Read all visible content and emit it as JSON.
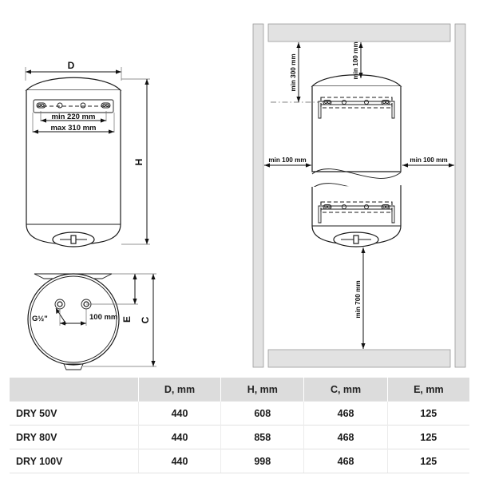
{
  "document": {
    "type": "technical-drawing",
    "subject": "DRY V series vertical water heater dimensions and installation clearances"
  },
  "front_view": {
    "width_label": "D",
    "height_label": "H",
    "bracket_min": "min 220 mm",
    "bracket_max": "max 310 mm"
  },
  "bottom_view": {
    "thread_label": "G½\"",
    "port_spacing": "100 mm",
    "depth_label": "E",
    "diameter_label": "C"
  },
  "installation_view": {
    "ceiling_clearance_left": "min 300 mm",
    "ceiling_clearance_top": "min 100 mm",
    "wall_clearance_left": "min 100 mm",
    "wall_clearance_right": "min 100 mm",
    "floor_clearance": "min 700 mm"
  },
  "table": {
    "headers": [
      "",
      "D, mm",
      "H, mm",
      "C, mm",
      "E, mm"
    ],
    "rows": [
      {
        "model": "DRY 50V",
        "d": "440",
        "h": "608",
        "c": "468",
        "e": "125"
      },
      {
        "model": "DRY 80V",
        "d": "440",
        "h": "858",
        "c": "468",
        "e": "125"
      },
      {
        "model": "DRY 100V",
        "d": "440",
        "h": "998",
        "c": "468",
        "e": "125"
      }
    ]
  },
  "colors": {
    "line": "#1b1b1b",
    "wall_fill": "#e2e2e2",
    "table_header": "#dcdcdc",
    "background": "#ffffff"
  }
}
